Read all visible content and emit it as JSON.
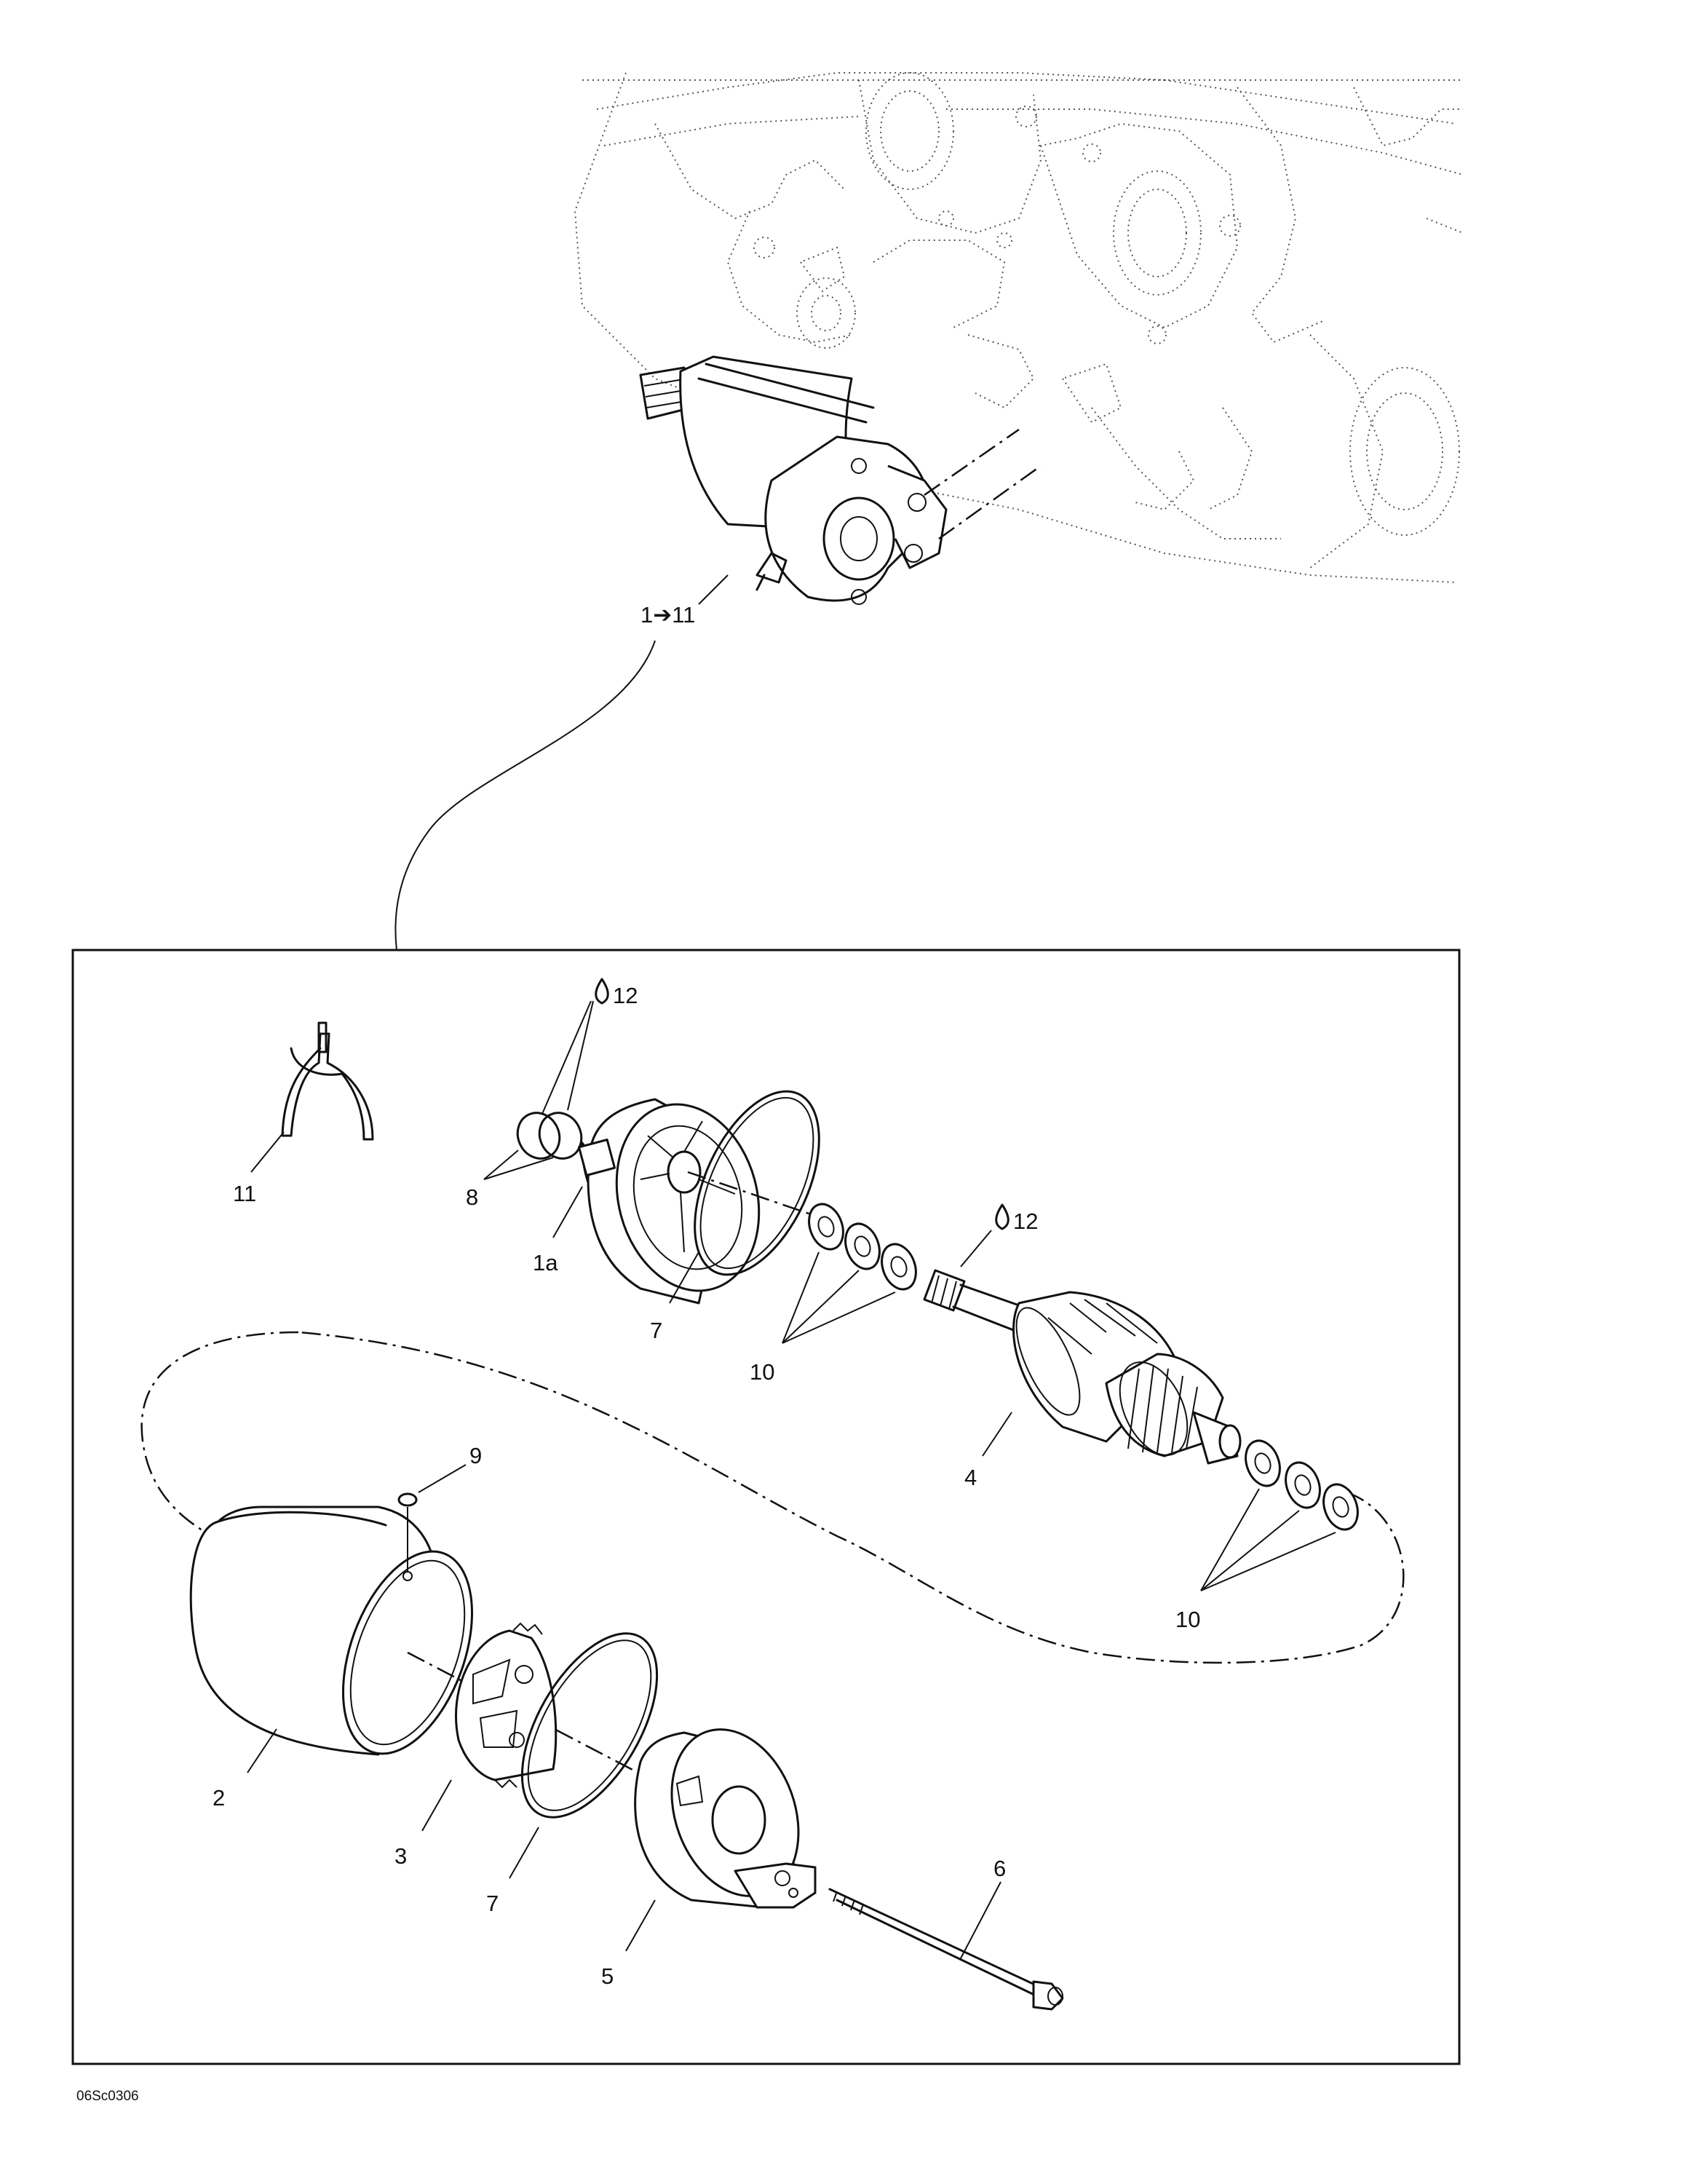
{
  "assembly_label": "1➔11",
  "drawing_code": "06Sc0306",
  "callouts": {
    "p1a": "1a",
    "p2": "2",
    "p3": "3",
    "p4": "4",
    "p5": "5",
    "p6": "6",
    "p7a": "7",
    "p7b": "7",
    "p8": "8",
    "p9": "9",
    "p10a": "10",
    "p10b": "10",
    "p11": "11",
    "p12a": "12",
    "p12b": "12"
  },
  "lubricant_icon": "oil-drop-icon"
}
